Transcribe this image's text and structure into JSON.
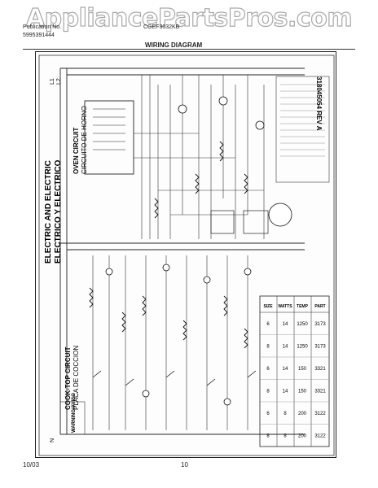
{
  "watermark": "AppliancePartsPros.com",
  "header": {
    "publication_label": "Publication No.",
    "publication_no": "5995391444",
    "model": "CGEF3032KB",
    "section_title": "WIRING DIAGRAM"
  },
  "diagram": {
    "top_left_titles": [
      "ELECTRIC AND ELECTRIC",
      "ELECTRICO Y ELECTRICO"
    ],
    "cooktop_titles": [
      "COOK-TOP CIRCUIT",
      "PLACA DE COCCION"
    ],
    "oven_titles": [
      "OVEN CIRCUIT",
      "CIRCUITO DE HORNO"
    ],
    "terminal_labels": [
      "L1",
      "L2",
      "N"
    ],
    "part_number": "318045054 REV A",
    "warning_title": "WARNING/AVISO",
    "table_header": [
      "SIZE",
      "WATTS",
      "TEMP",
      "PART"
    ],
    "table_rows": [
      [
        "6",
        "14",
        "1250",
        "3173"
      ],
      [
        "8",
        "14",
        "1250",
        "3173"
      ],
      [
        "6",
        "14",
        "150",
        "3321"
      ],
      [
        "8",
        "14",
        "150",
        "3321"
      ],
      [
        "6",
        "8",
        "200",
        "3122"
      ],
      [
        "8",
        "8",
        "200",
        "3122"
      ]
    ]
  },
  "footer": {
    "date": "10/03",
    "page": "10"
  }
}
